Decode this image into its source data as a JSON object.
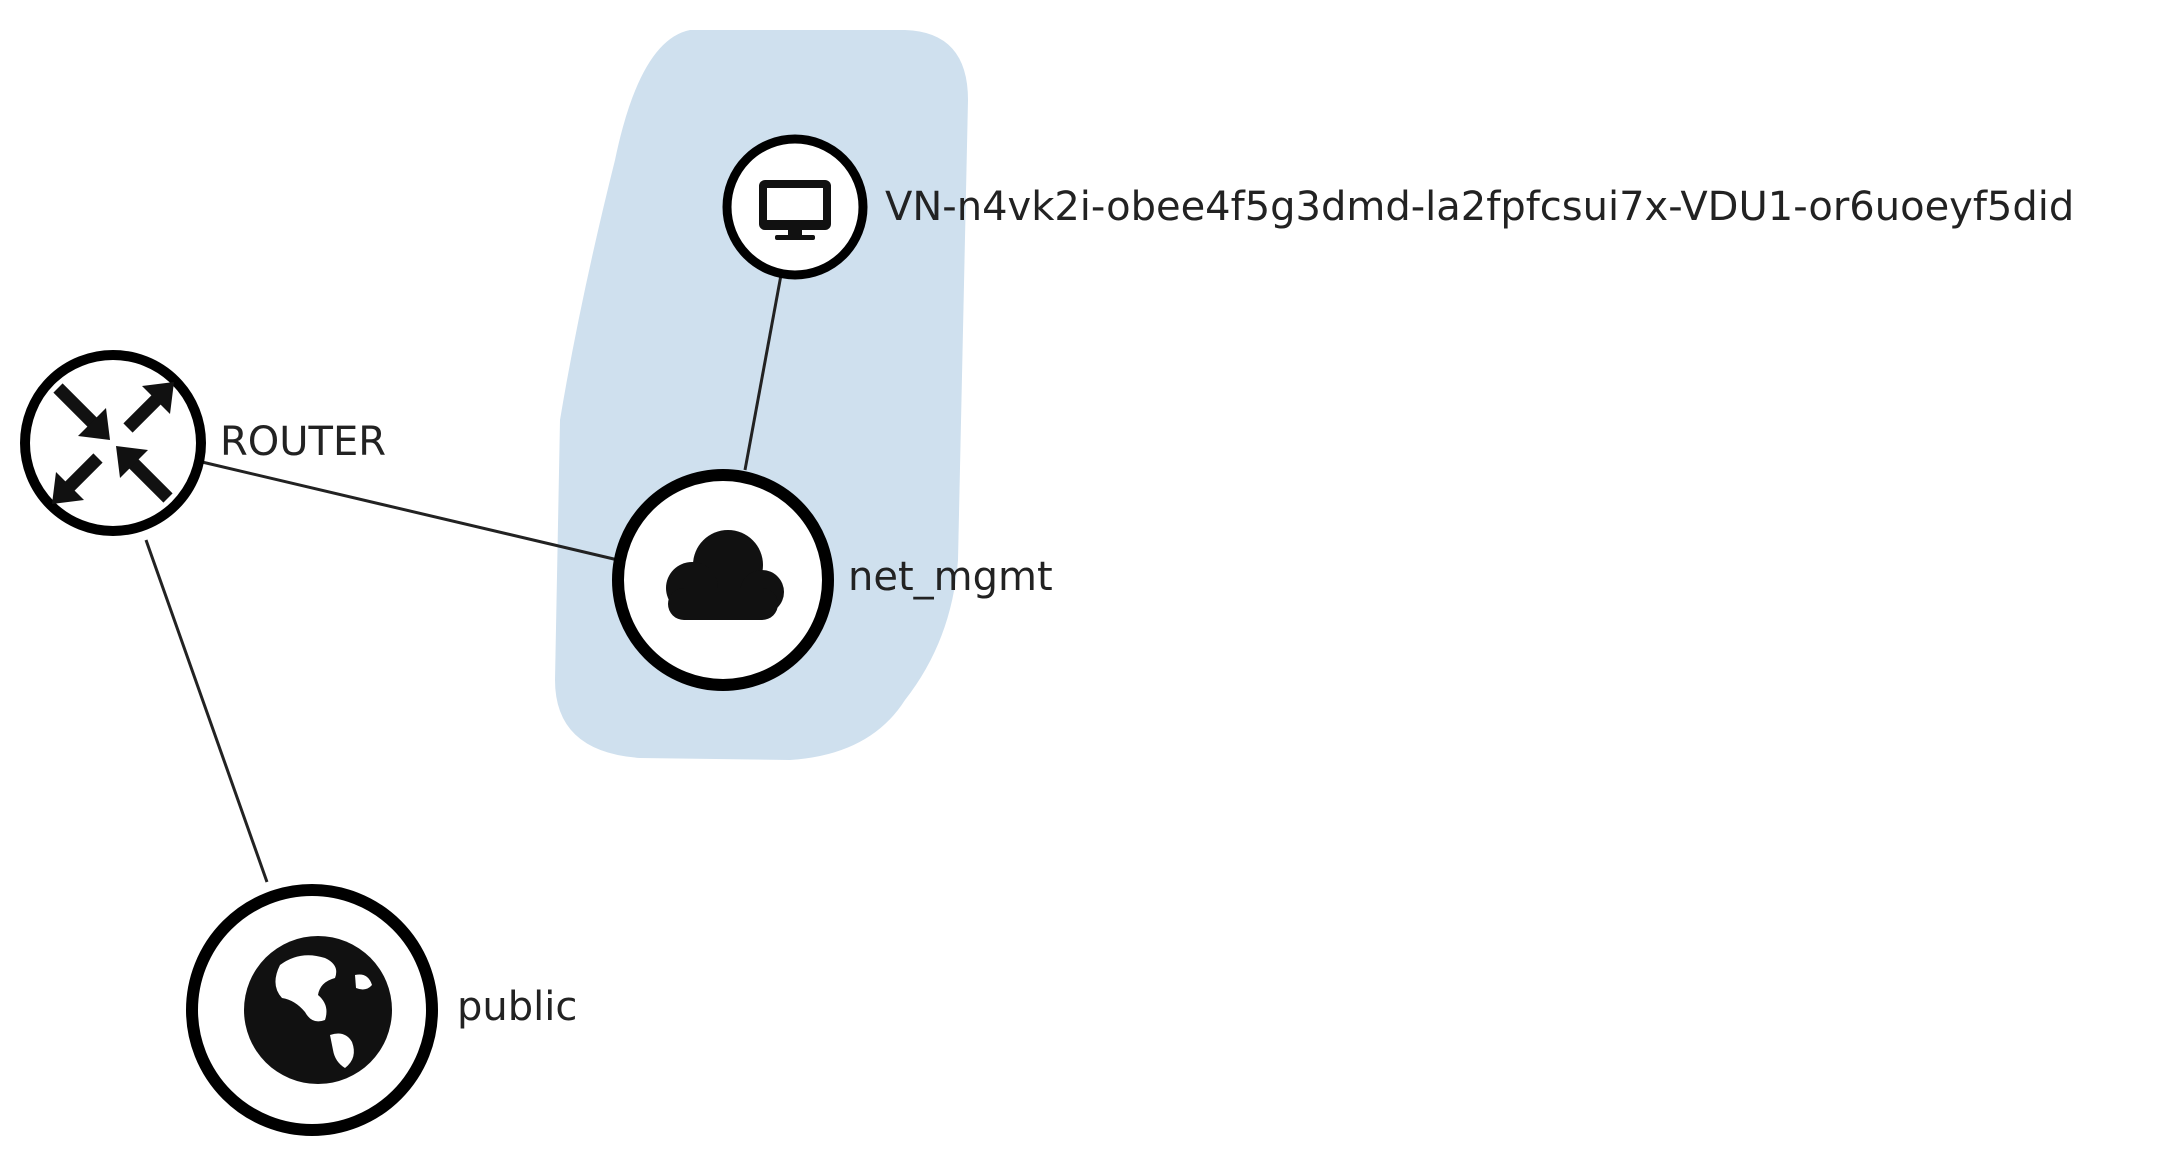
{
  "nodes": {
    "vm": {
      "label": "VN-n4vk2i-obee4f5g3dmd-la2fpfcsui7x-VDU1-or6uoeyf5did",
      "icon": "monitor-icon",
      "type": "instance"
    },
    "router": {
      "label": "ROUTER",
      "icon": "router-arrows-icon",
      "type": "router"
    },
    "net_mgmt": {
      "label": "net_mgmt",
      "icon": "cloud-icon",
      "type": "network"
    },
    "public": {
      "label": "public",
      "icon": "globe-icon",
      "type": "external-network"
    }
  },
  "links": [
    {
      "from": "vm",
      "to": "net_mgmt"
    },
    {
      "from": "router",
      "to": "net_mgmt"
    },
    {
      "from": "router",
      "to": "public"
    }
  ],
  "colors": {
    "network_group": "#cfe0ee",
    "node_stroke": "#000000",
    "link": "#222222",
    "label": "#222222"
  }
}
